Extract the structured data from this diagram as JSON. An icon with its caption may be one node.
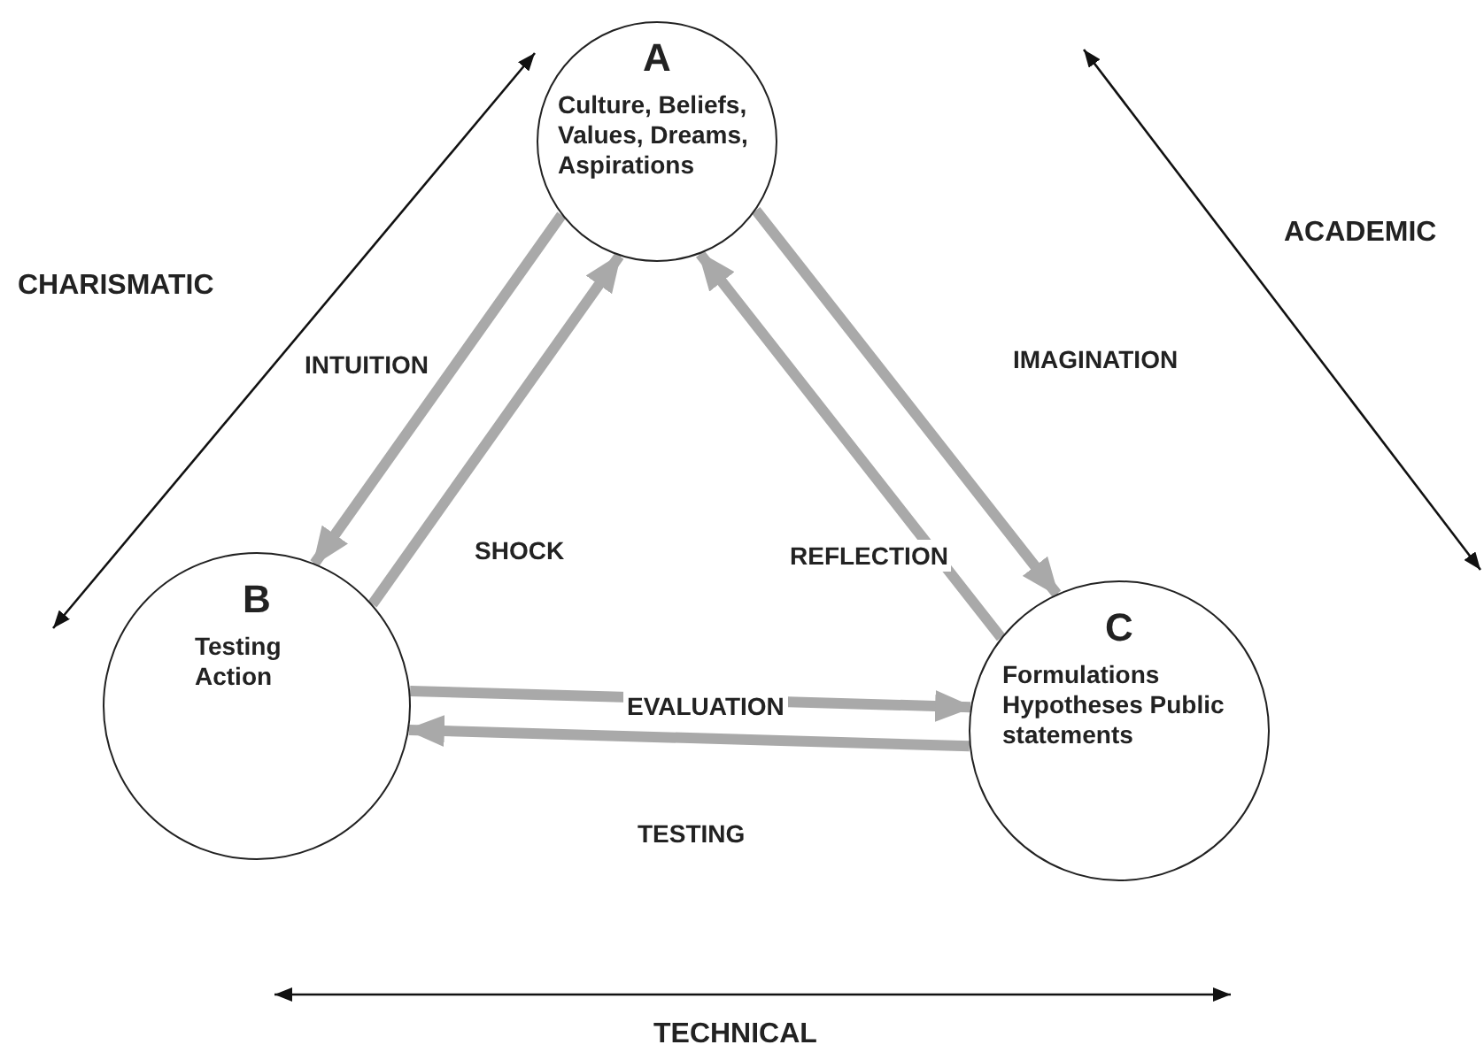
{
  "diagram": {
    "nodes": [
      {
        "text": [
          "A",
          "Culture, Beliefs, Values, Dreams, Aspirations"
        ]
      },
      {
        "text": [
          "B",
          "Testing Action"
        ]
      },
      {
        "text": [
          "C",
          "Formulations Hypotheses Public statements"
        ]
      }
    ],
    "edges": [
      {
        "from": 0,
        "to": 1,
        "arrow": "to",
        "label": "INTUITION"
      },
      {
        "from": 1,
        "to": 0,
        "arrow": "to",
        "label": "SHOCK"
      },
      {
        "from": 0,
        "to": 2,
        "arrow": "to",
        "label": "IMAGINATION"
      },
      {
        "from": 2,
        "to": 0,
        "arrow": "to",
        "label": "REFLECTION"
      },
      {
        "from": 1,
        "to": 2,
        "arrow": "to",
        "label": "EVALUATION"
      },
      {
        "from": 2,
        "to": 1,
        "arrow": "to",
        "label": "TESTING"
      }
    ],
    "labels": [
      "CHARISMATIC",
      "ACADEMIC",
      "TECHNICAL"
    ]
  }
}
